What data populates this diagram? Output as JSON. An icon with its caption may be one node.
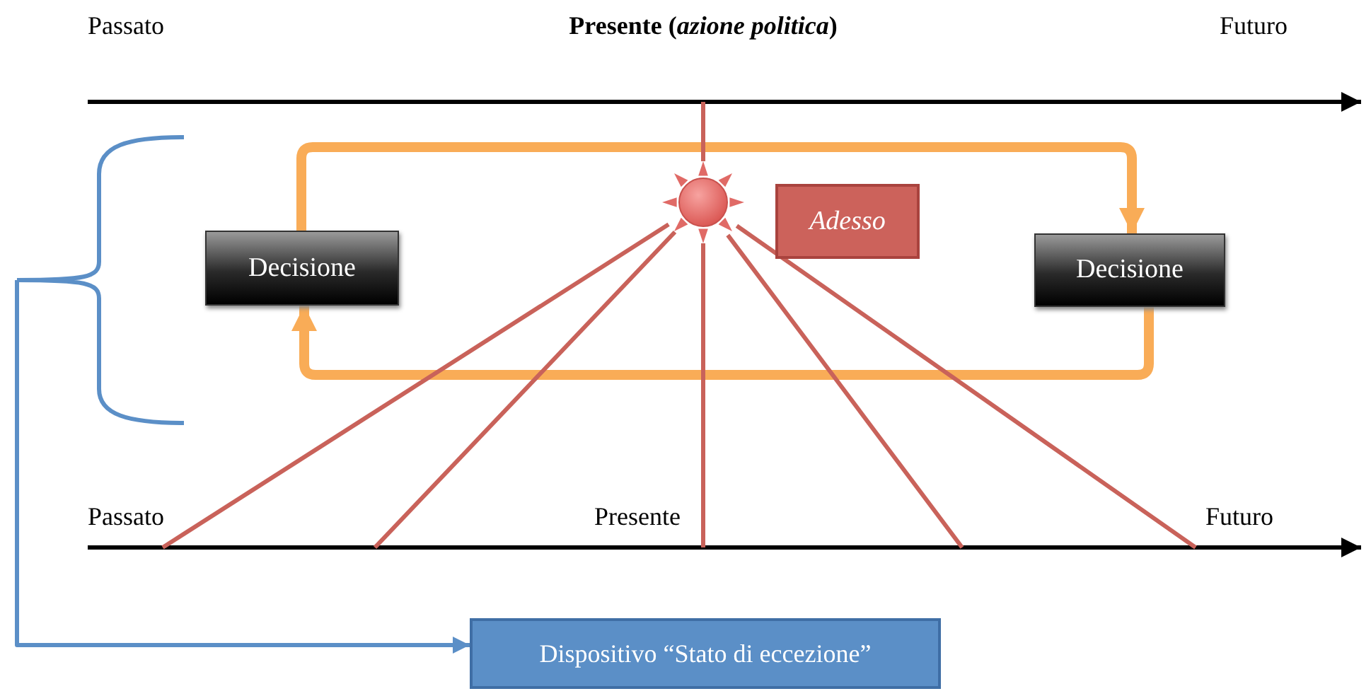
{
  "diagram": {
    "nodes": [
      {
        "text": [],
        "shape": "bracket"
      },
      {
        "text": [],
        "shape": "star"
      },
      {
        "text": [
          "Adesso"
        ]
      },
      {
        "text": [
          "Decisione"
        ]
      },
      {
        "text": [
          "Decisione"
        ]
      },
      {
        "text": [
          "Dispositivo “Stato di eccezione”"
        ]
      }
    ],
    "edges": [
      {
        "from": 3,
        "to": 4,
        "arrow": "to",
        "style": "thick",
        "color": "#f9ac57"
      },
      {
        "from": 4,
        "to": 3,
        "arrow": "to",
        "style": "thick",
        "color": "#f9ac57"
      },
      {
        "from": null,
        "to": 1,
        "arrow": "none"
      },
      {
        "from": null,
        "to": 1,
        "arrow": "none"
      },
      {
        "from": null,
        "to": 1,
        "arrow": "none"
      },
      {
        "from": null,
        "to": 1,
        "arrow": "none"
      },
      {
        "from": null,
        "to": 1,
        "arrow": "none"
      },
      {
        "from": null,
        "to": 1,
        "arrow": "none"
      },
      {
        "from": 0,
        "to": 5,
        "arrow": "to",
        "color": "#5b8fc7"
      }
    ],
    "labels": [
      "Passato",
      "Presente (*azione politica*)",
      "Futuro",
      "Passato",
      "Presente",
      "Futuro"
    ]
  }
}
